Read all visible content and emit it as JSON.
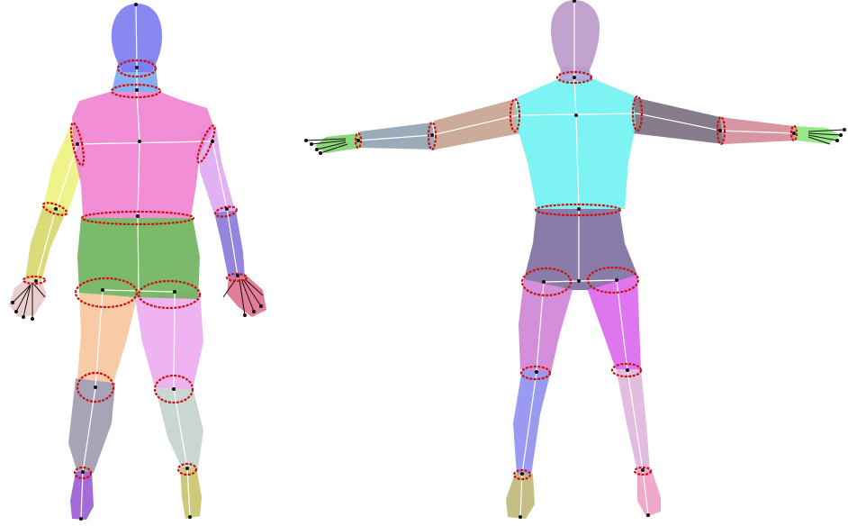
{
  "figure": {
    "background": "#ffffff",
    "ring_color": "#cc1111",
    "joint_color": "#111111",
    "bone_color": "#ffffff",
    "figures": [
      {
        "name": "a-pose-figure",
        "segments": [
          {
            "name": "head",
            "color": "#7b7bef"
          },
          {
            "name": "neck",
            "color": "#7aa6ef"
          },
          {
            "name": "torso",
            "color": "#f082d2"
          },
          {
            "name": "pelvis",
            "color": "#6db35a"
          },
          {
            "name": "left-upper-arm",
            "color": "#eef27e"
          },
          {
            "name": "left-forearm",
            "color": "#d7d66a"
          },
          {
            "name": "left-hand",
            "color": "#e8c8c8"
          },
          {
            "name": "right-upper-arm",
            "color": "#dea8f2"
          },
          {
            "name": "right-forearm",
            "color": "#8b78d8"
          },
          {
            "name": "right-hand",
            "color": "#e06f8d"
          },
          {
            "name": "left-thigh",
            "color": "#f7c49b"
          },
          {
            "name": "left-shin",
            "color": "#9e9ab0"
          },
          {
            "name": "left-foot",
            "color": "#9a5ad3"
          },
          {
            "name": "right-thigh",
            "color": "#eeabf1"
          },
          {
            "name": "right-shin",
            "color": "#c4d2cf"
          },
          {
            "name": "right-foot",
            "color": "#c9c36b"
          }
        ]
      },
      {
        "name": "t-pose-figure",
        "segments": [
          {
            "name": "head",
            "color": "#b99ac9"
          },
          {
            "name": "neck",
            "color": "#a8a3d6"
          },
          {
            "name": "torso",
            "color": "#6ff2f2"
          },
          {
            "name": "pelvis",
            "color": "#7d6e9e"
          },
          {
            "name": "left-upper-arm",
            "color": "#c8a290"
          },
          {
            "name": "left-forearm",
            "color": "#8fa2b2"
          },
          {
            "name": "left-hand",
            "color": "#7ed16d"
          },
          {
            "name": "right-upper-arm",
            "color": "#796e7e"
          },
          {
            "name": "right-forearm",
            "color": "#d48998"
          },
          {
            "name": "right-hand",
            "color": "#8de67b"
          },
          {
            "name": "left-thigh",
            "color": "#cf82d6"
          },
          {
            "name": "left-shin",
            "color": "#8f8ff0"
          },
          {
            "name": "left-foot",
            "color": "#c0b878"
          },
          {
            "name": "right-thigh",
            "color": "#dd66ee"
          },
          {
            "name": "right-shin",
            "color": "#e0b6dc"
          },
          {
            "name": "right-foot",
            "color": "#eda0c4"
          }
        ]
      }
    ]
  }
}
